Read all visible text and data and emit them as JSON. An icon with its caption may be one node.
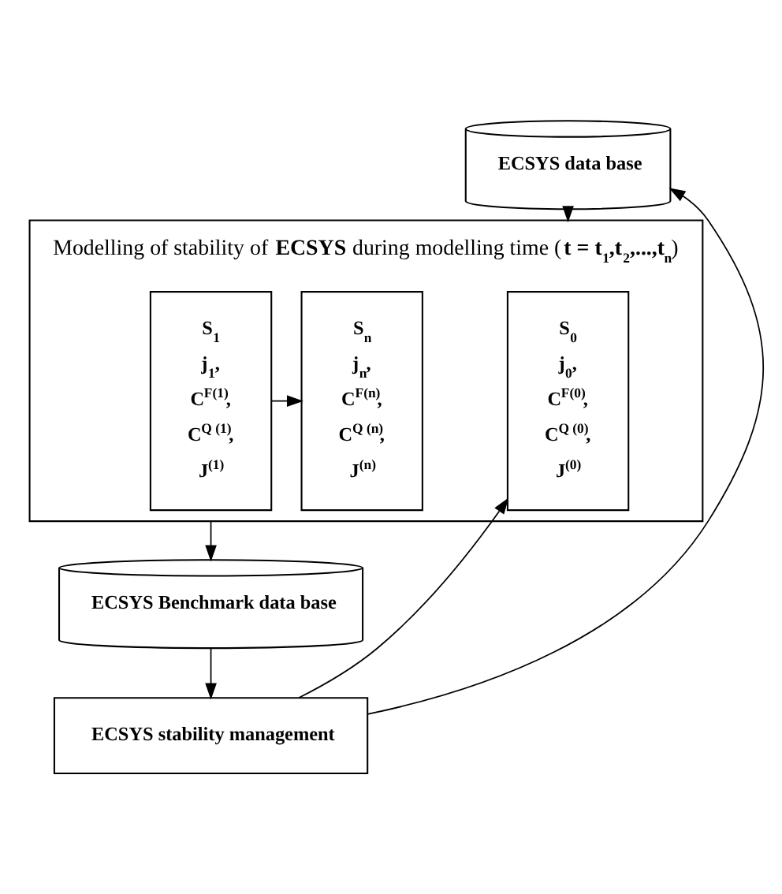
{
  "diagram": {
    "nodes": [
      {
        "text": [
          "ECSYS data base"
        ]
      },
      {
        "text": [
          "Modelling of stability of **ECSYS** during modelling time (**t = t$_{1}$,t$_{2}$,...,t$_{n}$**)"
        ]
      },
      {
        "text": [
          "S$_{0}$",
          "j$_{0}$,",
          "C$^{F(0)}$,",
          "C$^{Q (0)}$,",
          "J$^{(0)}$"
        ],
        "in": 1
      },
      {
        "text": [
          "S$_{1}$",
          "j$_{1}$,",
          "C$^{F(1)}$,",
          "C$^{Q (1)}$,",
          "J$^{(1)}$"
        ],
        "in": 1
      },
      {
        "text": [
          "S$_{n}$",
          "j$_{n}$,",
          "C$^{F(n)}$,",
          "C$^{Q (n)}$,",
          "J$^{(n)}$"
        ],
        "in": 1
      },
      {
        "text": [
          "ECSYS Benchmark data base"
        ]
      },
      {
        "text": [
          "ECSYS stability management"
        ]
      }
    ],
    "edges": [
      {
        "from": 0,
        "to": 1,
        "arrow": "to"
      },
      {
        "from": 3,
        "to": 4,
        "arrow": "to"
      },
      {
        "from": 1,
        "to": 5,
        "arrow": "to"
      },
      {
        "from": 5,
        "to": 6,
        "arrow": "to"
      },
      {
        "from": 6,
        "to": 2,
        "arrow": "to"
      },
      {
        "from": 6,
        "to": 0,
        "arrow": "to"
      }
    ]
  }
}
